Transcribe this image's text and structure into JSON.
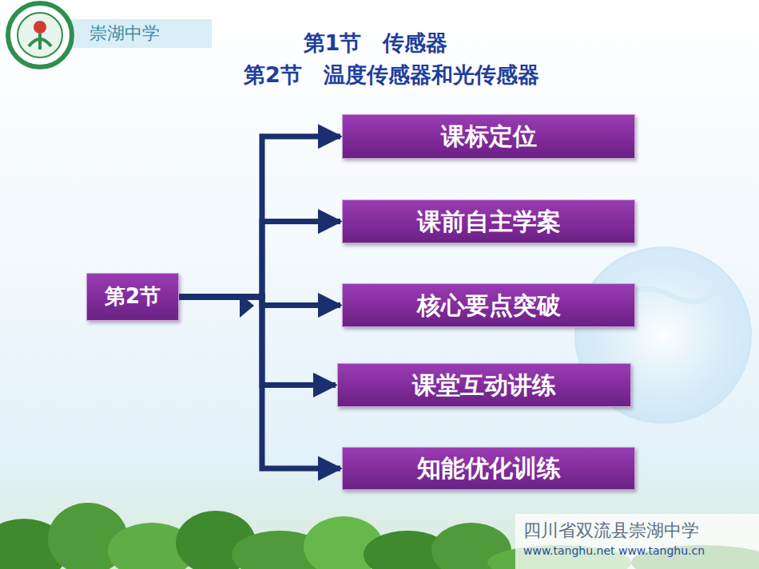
{
  "diagram": {
    "title": "第1节　传感器",
    "nodes": [
      {
        "text": [
          "第2节"
        ]
      },
      {
        "text": [
          "课标定位"
        ]
      },
      {
        "text": [
          "课前自主学案"
        ]
      },
      {
        "text": [
          "核心要点突破"
        ]
      },
      {
        "text": [
          "课堂互动讲练"
        ]
      },
      {
        "text": [
          "知能优化训练"
        ]
      }
    ],
    "edges": [
      {
        "from": 0,
        "to": 1,
        "arrow": "to"
      },
      {
        "from": 0,
        "to": 2,
        "arrow": "to"
      },
      {
        "from": 0,
        "to": 3,
        "arrow": "to"
      },
      {
        "from": 0,
        "to": 4,
        "arrow": "to"
      },
      {
        "from": 0,
        "to": 5,
        "arrow": "to"
      }
    ],
    "labels": [
      "第2节　温度传感器和光传感器",
      "崇湖中学",
      "四川省双流县崇湖中学",
      "www.tanghu.net www.tanghu.cn"
    ]
  }
}
